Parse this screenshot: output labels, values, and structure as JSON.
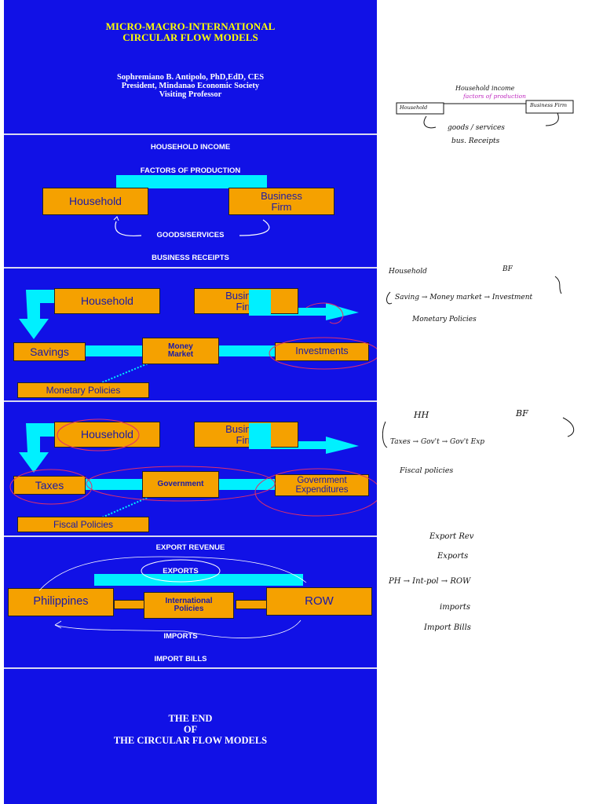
{
  "title_slide": {
    "title_line1": "MICRO-MACRO-INTERNATIONAL",
    "title_line2": "CIRCULAR  FLOW MODELS",
    "author": "Sophremiano B. Antipolo, PhD,EdD, CES",
    "role": "President,  Mindanao Economic Society",
    "role2": "Visiting Professor"
  },
  "slide2": {
    "top_label": "HOUSEHOLD INCOME",
    "factors_label": "FACTORS OF PRODUCTION",
    "household": "Household",
    "business": "Business Firm",
    "goods_label": "GOODS/SERVICES",
    "bottom_label": "BUSINESS RECEIPTS"
  },
  "slide3": {
    "household": "Household",
    "business": "Business Firm",
    "savings": "Savings",
    "money_market": "Money Market",
    "investments": "Investments",
    "policies": "Monetary Policies"
  },
  "slide4": {
    "household": "Household",
    "business": "Business Firm",
    "taxes": "Taxes",
    "government": "Government",
    "expenditures": "Government Expenditures",
    "policies": "Fiscal Policies"
  },
  "slide5": {
    "top_label": "EXPORT REVENUE",
    "exports_label": "EXPORTS",
    "philippines": "Philippines",
    "intl_policies": "International Policies",
    "row": "ROW",
    "imports_label": "IMPORTS",
    "bottom_label": "IMPORT BILLS"
  },
  "slide6": {
    "line1": "THE END",
    "line2": "OF",
    "line3": "THE CIRCULAR FLOW MODELS"
  },
  "notes": {
    "n1": "Household  income",
    "n1b": "factors of production",
    "n1c": "Household",
    "n1d": "Business Firm",
    "n1e": "goods / services",
    "n1f": "bus.  Receipts",
    "n2": "Household",
    "n2b": "BF",
    "n2c": "Saving  → Money market  → Investment",
    "n2d": "Monetary Policies",
    "n3": "HH",
    "n3b": "BF",
    "n3c": "Taxes → Gov't  → Gov't Exp",
    "n3d": "Fiscal policies",
    "n4": "Export Rev",
    "n4b": "Exports",
    "n4c": "PH  → Int-pol  → ROW",
    "n4d": "imports",
    "n4e": "Import Bills"
  },
  "colors": {
    "slide_bg": "#1111e6",
    "box": "#f5a100",
    "cyan": "#00f0ff",
    "title": "#ffff00",
    "ink": "#e0306a"
  }
}
